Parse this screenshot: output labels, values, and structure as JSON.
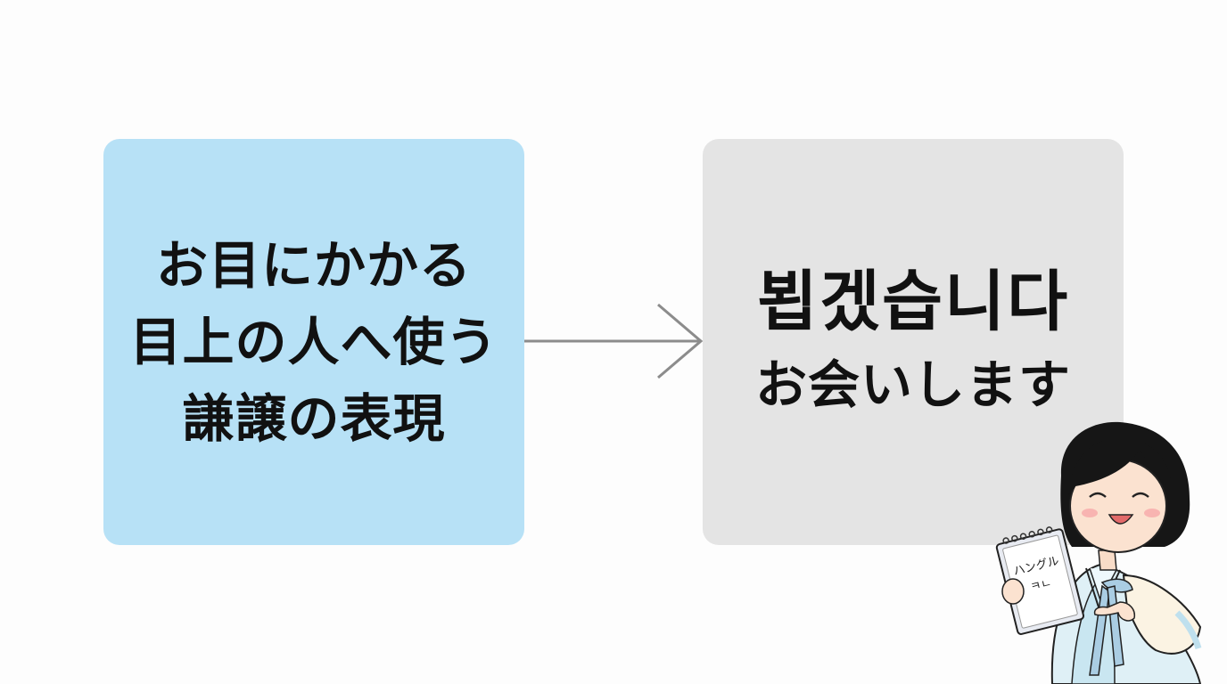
{
  "left_box": {
    "lines": [
      "お目にかかる",
      "目上の人へ使う",
      "謙譲の表現"
    ],
    "color": "#b7e1f6"
  },
  "right_box": {
    "korean": "뵙겠습니다",
    "japanese": "お会いします",
    "color": "#e4e4e4"
  },
  "character": {
    "notebook_line1": "ハングル",
    "notebook_line2": "ㅋㄴ"
  },
  "icons": [
    "arrow-right-icon",
    "woman-hanbok-illustration"
  ]
}
